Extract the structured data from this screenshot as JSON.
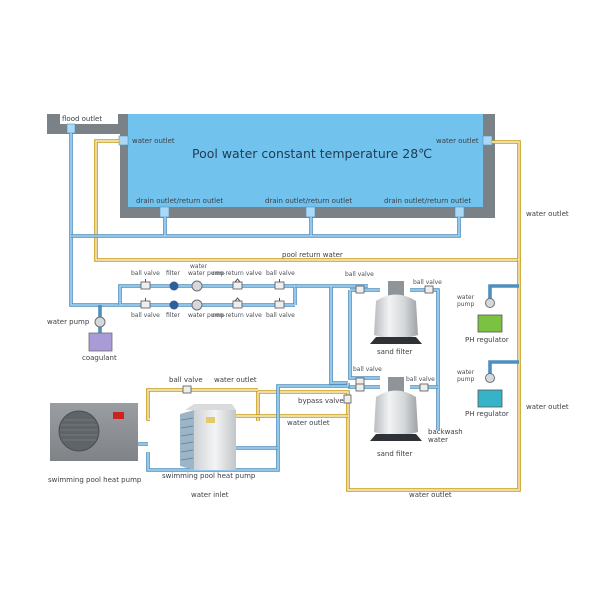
{
  "pool": {
    "title": "Pool water constant temperature 28℃",
    "flood_outlet": "flood outlet",
    "water_outlet_left": "water outlet",
    "water_outlet_right": "water outlet",
    "drain_outlets": [
      "drain outlet/return outlet",
      "drain outlet/return outlet",
      "drain outlet/return outlet"
    ]
  },
  "pipes": {
    "pool_return_water": "pool return water",
    "water_outlet_right_riser": "water outlet",
    "water_outlet_right_lower": "water outlet",
    "water_outlet_bottom": "water outlet",
    "water_outlet_heatpump": "water outlet",
    "water_outlet_bypass": "water outlet",
    "water_inlet": "water inlet"
  },
  "filtration_line_top": [
    "ball valve",
    "filter",
    "water pump",
    "non-return valve",
    "ball valve"
  ],
  "filtration_line_bottom": [
    "ball valve",
    "filter",
    "water pump",
    "non-return valve",
    "ball valve"
  ],
  "coagulant": {
    "pump": "water pump",
    "tank": "coagulant"
  },
  "sand_filters": {
    "top": {
      "label": "sand filter",
      "valve_left": "ball valve",
      "valve_right": "ball valve"
    },
    "bottom": {
      "label": "sand filter",
      "valve_left": "ball valve",
      "valve_right": "ball valve"
    },
    "bypass_valve": "bypass valve",
    "backwash": [
      "backwash",
      "water"
    ]
  },
  "ph_regulators": [
    {
      "pump": [
        "water",
        "pump"
      ],
      "label": "PH regulator",
      "color": "#7cc242"
    },
    {
      "pump": [
        "water",
        "pump"
      ],
      "label": "PH regulator",
      "color": "#35b3c9"
    }
  ],
  "heat_pumps": {
    "small": "swimming pool heat pump",
    "large": "swimming pool heat pump",
    "ball_valve": "ball valve",
    "water_outlet": "water outlet"
  },
  "colors": {
    "pool_water": "#72c2ee",
    "pool_wall": "#7a8288",
    "cold_pipe": "#4f8fbf",
    "hot_pipe": "#c99a10",
    "coagulant_tank": "#a99bd6"
  }
}
